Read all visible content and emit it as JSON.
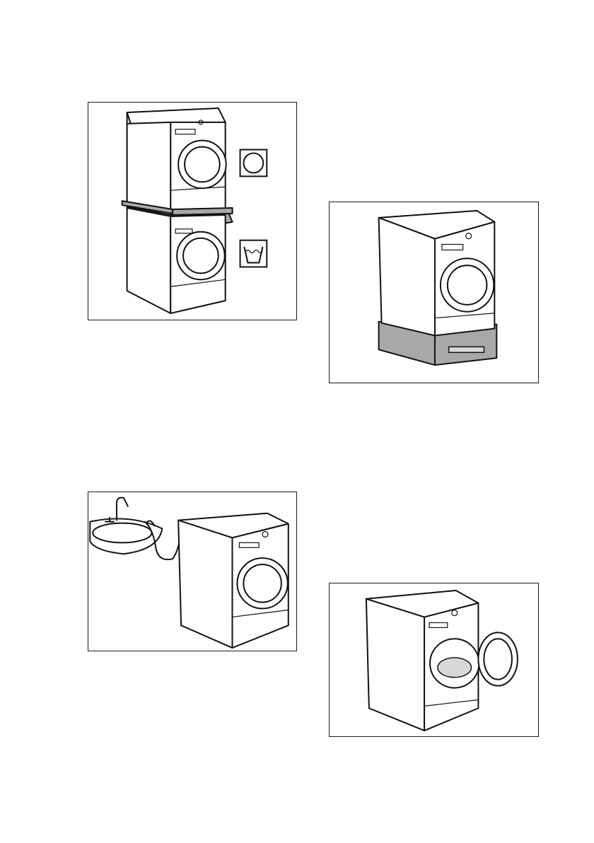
{
  "figures": [
    {
      "id": "stack",
      "icons": [
        "tumble-dry-symbol",
        "wash-tub-symbol"
      ]
    },
    {
      "id": "pedestal",
      "icons": []
    },
    {
      "id": "sink-drain",
      "icons": []
    },
    {
      "id": "open-door",
      "icons": []
    }
  ],
  "colors": {
    "line": "#111111",
    "accent_grey": "#a8a8a8",
    "background": "#ffffff"
  }
}
